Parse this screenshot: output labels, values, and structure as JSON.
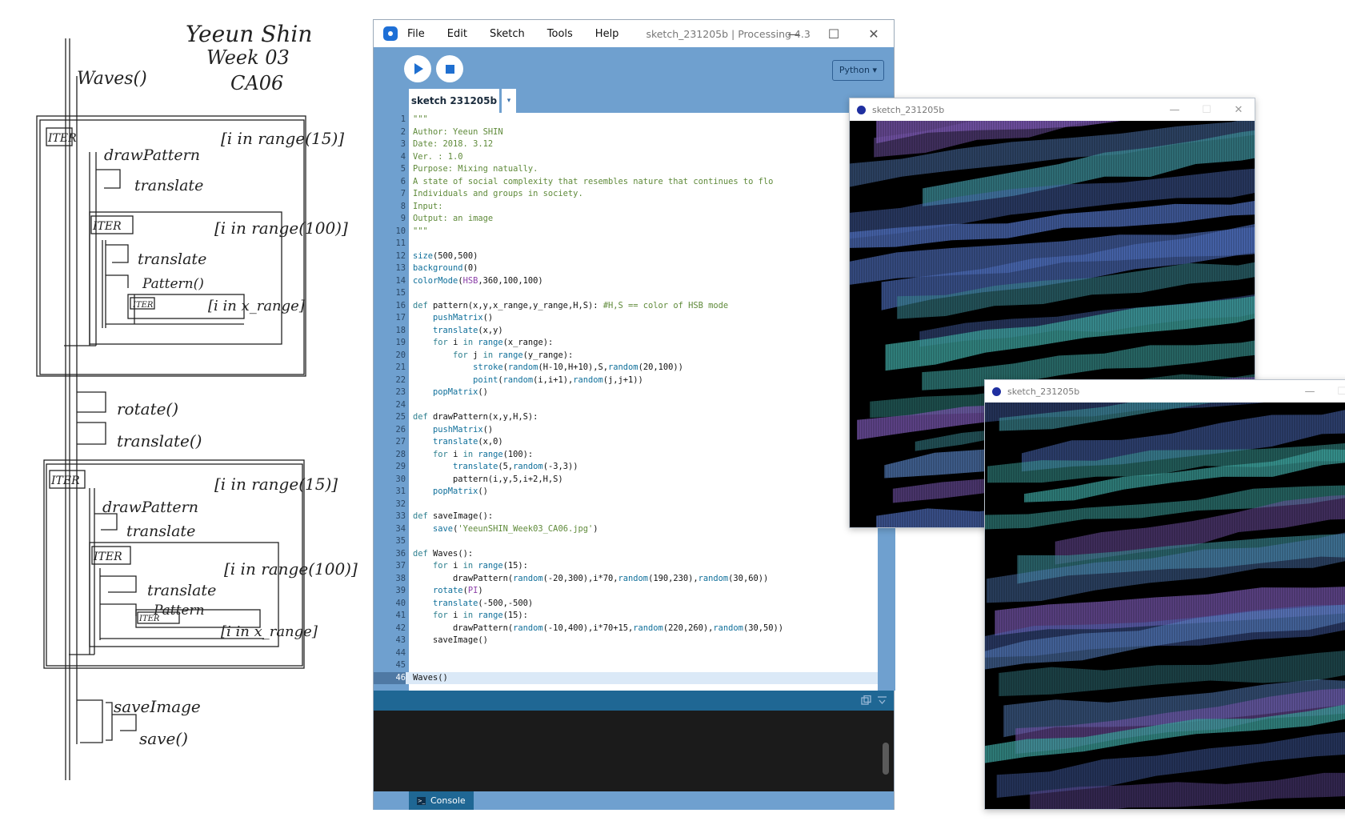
{
  "sketch": {
    "author_lines": [
      "Yeeun Shin",
      "Week 03",
      "CA06"
    ],
    "waves_label": "Waves()",
    "iter_labels": [
      "ITER",
      "ITER",
      "ITER",
      "ITER",
      "ITER",
      "ITER"
    ],
    "range_15_a": "[i in range(15)]",
    "range_100_a": "[i in range(100)]",
    "range_x_a": "[i in x_range]",
    "range_15_b": "[i in range(15)]",
    "range_100_b": "[i in range(100)]",
    "range_x_b": "[i in x_range]",
    "draw_pattern_a": "drawPattern",
    "translate_1": "translate",
    "translate_2": "translate",
    "pattern_a": "Pattern()",
    "rotate": "rotate()",
    "translate_3": "translate()",
    "draw_pattern_b": "drawPattern",
    "translate_4": "translate",
    "translate_5": "translate",
    "pattern_b": "Pattern",
    "save_image": "saveImage",
    "save": "save()"
  },
  "ide": {
    "menu": [
      "File",
      "Edit",
      "Sketch",
      "Tools",
      "Help"
    ],
    "title": "sketch_231205b | Processing 4.3",
    "mode": "Python ▾",
    "tab_name": "sketch 231205b",
    "tab_arrow": "▾",
    "console_label": "Console",
    "current_line": 46
  },
  "code": [
    "<span class=\"cmt\">\"\"\"</span>",
    "<span class=\"cmt\">Author: Yeeun SHIN</span>",
    "<span class=\"cmt\">Date: 2018. 3.12</span>",
    "<span class=\"cmt\">Ver. : 1.0</span>",
    "<span class=\"cmt\">Purpose: Mixing natually.</span>",
    "<span class=\"cmt\">A state of social complexity that resembles nature that continues to flo</span>",
    "<span class=\"cmt\">Individuals and groups in society.</span>",
    "<span class=\"cmt\">Input:</span>",
    "<span class=\"cmt\">Output: an image</span>",
    "<span class=\"cmt\">\"\"\"</span>",
    "",
    "<span class=\"fn\">size</span>(500,500)",
    "<span class=\"fn\">background</span>(0)",
    "<span class=\"fn\">colorMode</span>(<span class=\"cst\">HSB</span>,360,100,100)",
    "",
    "<span class=\"kw\">def</span> pattern(x,y,x_range,y_range,H,S): <span class=\"cmt\">#H,S == color of HSB mode</span>",
    "    <span class=\"fn\">pushMatrix</span>()",
    "    <span class=\"fn\">translate</span>(x,y)",
    "    <span class=\"kw\">for</span> i <span class=\"kw\">in</span> <span class=\"fn\">range</span>(x_range):",
    "        <span class=\"kw\">for</span> j <span class=\"kw\">in</span> <span class=\"fn\">range</span>(y_range):",
    "            <span class=\"fn\">stroke</span>(<span class=\"fn\">random</span>(H-10,H+10),S,<span class=\"fn\">random</span>(20,100))",
    "            <span class=\"fn\">point</span>(<span class=\"fn\">random</span>(i,i+1),<span class=\"fn\">random</span>(j,j+1))",
    "    <span class=\"fn\">popMatrix</span>()",
    "",
    "<span class=\"kw\">def</span> drawPattern(x,y,H,S):",
    "    <span class=\"fn\">pushMatrix</span>()",
    "    <span class=\"fn\">translate</span>(x,0)",
    "    <span class=\"kw\">for</span> i <span class=\"kw\">in</span> <span class=\"fn\">range</span>(100):",
    "        <span class=\"fn\">translate</span>(5,<span class=\"fn\">random</span>(-3,3))",
    "        pattern(i,y,5,i+2,H,S)",
    "    <span class=\"fn\">popMatrix</span>()",
    "",
    "<span class=\"kw\">def</span> saveImage():",
    "    <span class=\"fn\">save</span>(<span class=\"cmt\">'YeeunSHIN_Week03_CA06.jpg'</span>)",
    "",
    "<span class=\"kw\">def</span> Waves():",
    "    <span class=\"kw\">for</span> i <span class=\"kw\">in</span> <span class=\"fn\">range</span>(15):",
    "        drawPattern(<span class=\"fn\">random</span>(-20,300),i*70,<span class=\"fn\">random</span>(190,230),<span class=\"fn\">random</span>(30,60))",
    "    <span class=\"fn\">rotate</span>(<span class=\"cst\">PI</span>)",
    "    <span class=\"fn\">translate</span>(-500,-500)",
    "    <span class=\"kw\">for</span> i <span class=\"kw\">in</span> <span class=\"fn\">range</span>(15):",
    "        drawPattern(<span class=\"fn\">random</span>(-10,400),i*70+15,<span class=\"fn\">random</span>(220,260),<span class=\"fn\">random</span>(30,50))",
    "    saveImage()",
    "",
    "",
    "Waves()"
  ],
  "output_windows": [
    {
      "title": "sketch_231205b",
      "seed": 7
    },
    {
      "title": "sketch_231205b",
      "seed": 31
    }
  ],
  "colors": {
    "ide_blue": "#6fa0cf",
    "console_bg": "#1b1b1b",
    "canvas_bg": "#000000",
    "wave_teal": "#3fa7a3",
    "wave_purple": "#7d5ab5",
    "wave_blue": "#4f6fbf"
  }
}
